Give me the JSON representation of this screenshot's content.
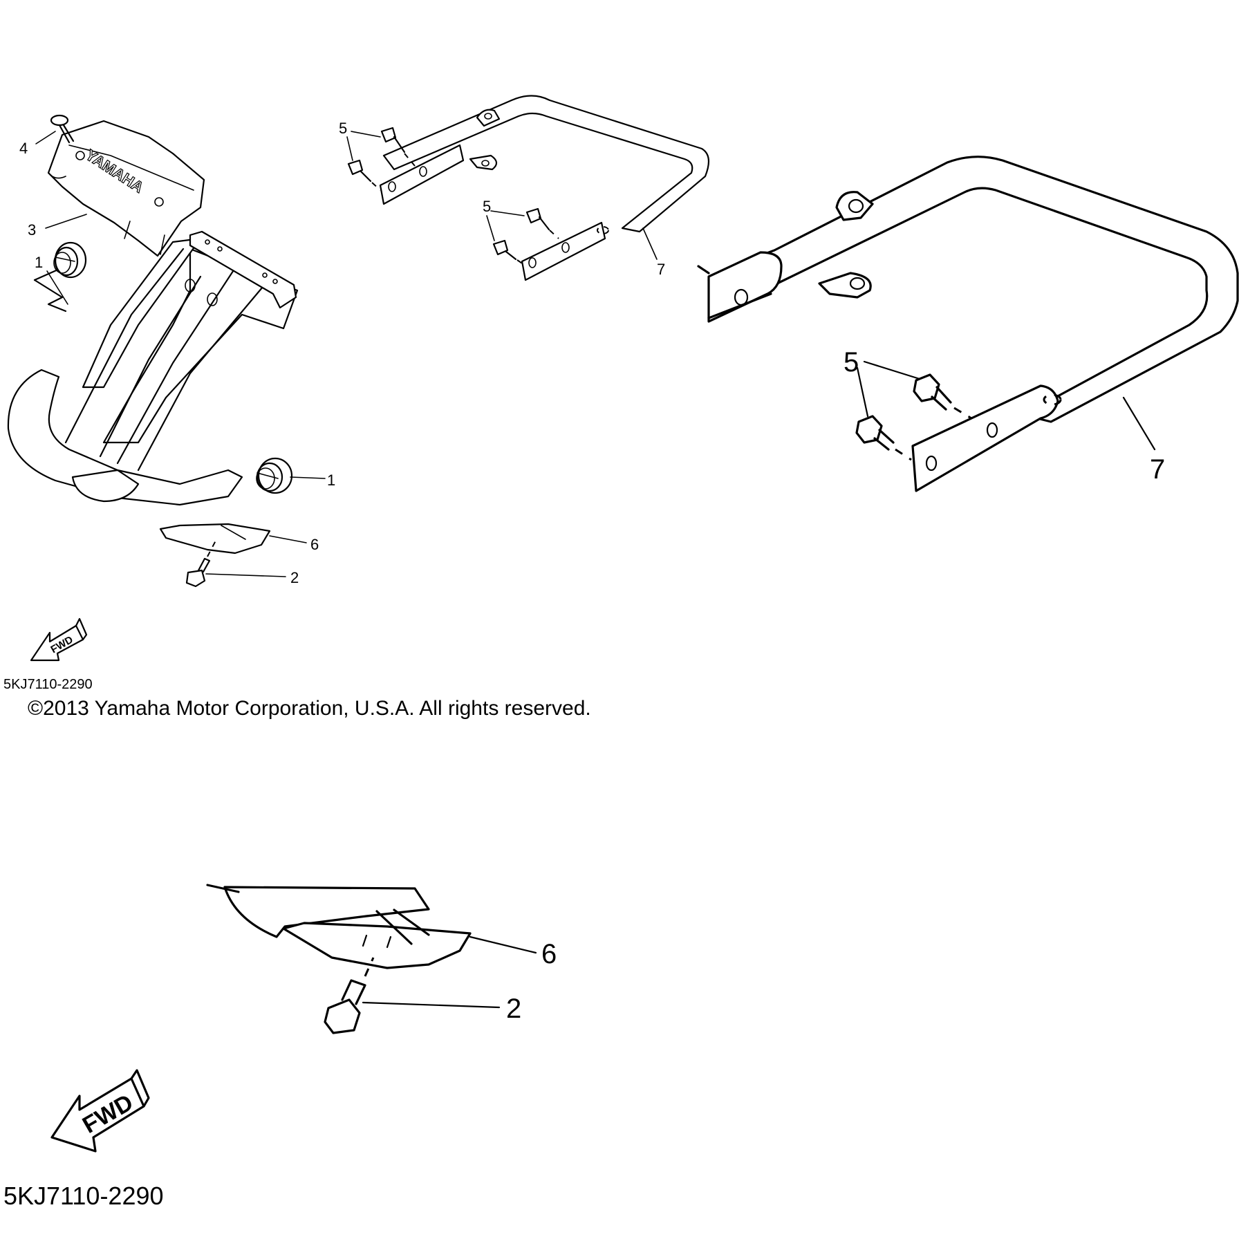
{
  "overview": {
    "callouts": [
      "1",
      "1",
      "2",
      "3",
      "4",
      "5",
      "5",
      "6",
      "7"
    ],
    "brand_text": "YAMAHA",
    "fwd_label": "FWD",
    "diagram_code": "5KJ7110-2290",
    "copyright": "©2013 Yamaha Motor Corporation, U.S.A. All rights reserved."
  },
  "zoom_guard": {
    "callouts": [
      "5",
      "7"
    ]
  },
  "zoom_skid": {
    "callouts": [
      "6",
      "2"
    ],
    "fwd_label": "FWD",
    "diagram_code": "5KJ7110-2290"
  }
}
